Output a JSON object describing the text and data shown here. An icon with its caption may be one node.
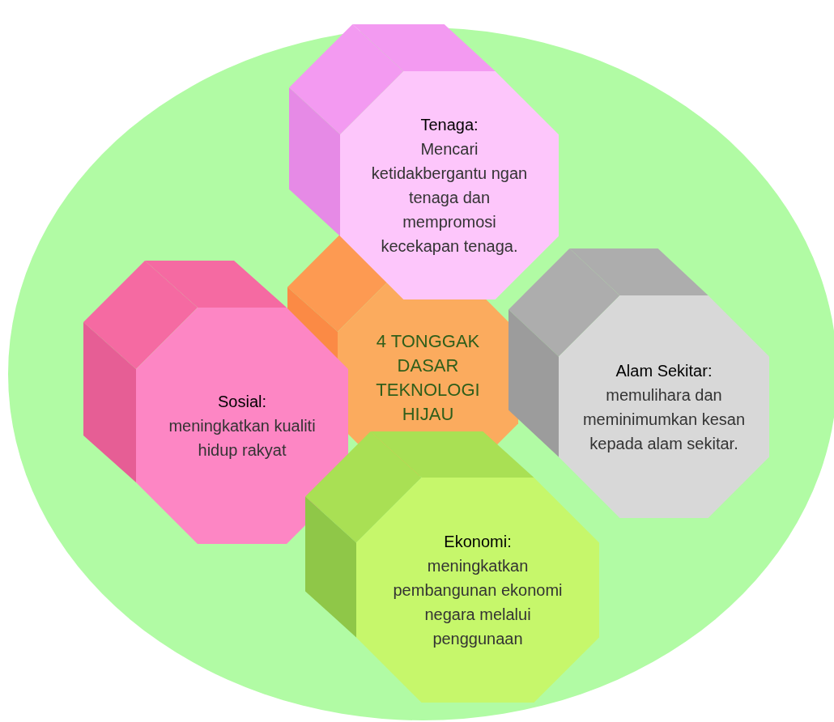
{
  "diagram": {
    "nodes": [
      {
        "text": [
          "4 TONGGAK DASAR TEKNOLOGI HIJAU"
        ]
      },
      {
        "text": [
          "Tenaga:",
          "Mencari ketidakbergantu ngan tenaga dan mempromosi kecekapan tenaga."
        ]
      },
      {
        "text": [
          "Sosial:",
          "meningkatkan kualiti hidup rakyat"
        ]
      },
      {
        "text": [
          "Alam Sekitar:",
          "memulihara dan meminimumkan kesan kepada alam sekitar."
        ]
      },
      {
        "text": [
          "Ekonomi:",
          "meningkatkan pembangunan ekonomi negara melalui penggunaan"
        ]
      }
    ]
  }
}
